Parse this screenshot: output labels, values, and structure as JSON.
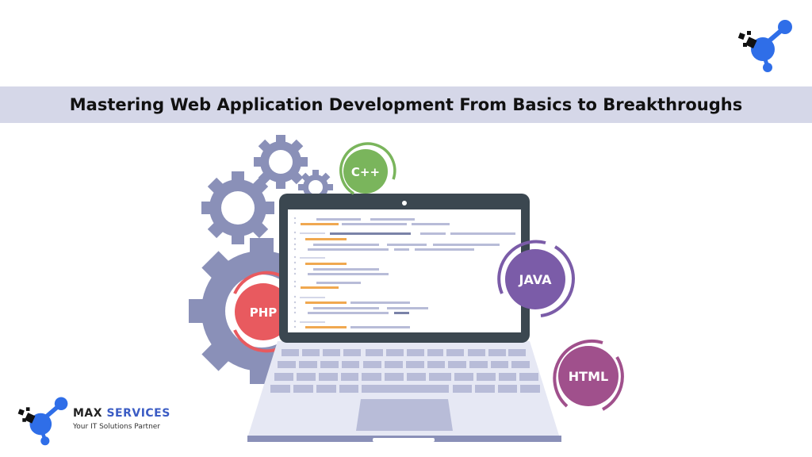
{
  "header": {
    "title": "Mastering Web Application Development From Basics to Breakthroughs"
  },
  "brand": {
    "name_part1": "MAX",
    "name_part2": "SERVICES",
    "tagline": "Your IT Solutions Partner"
  },
  "badges": {
    "cpp": "C++",
    "java": "JAVA",
    "php": "PHP",
    "html": "HTML"
  },
  "colors": {
    "banner_bg": "#d5d7e8",
    "logo_blue": "#2f6ee8",
    "gear": "#8a90b8",
    "laptop_frame": "#3b4750",
    "cpp_green": "#7ab55c",
    "java_purple": "#7b5ca8",
    "php_red": "#e85a5f",
    "html_magenta": "#a0508c",
    "code_orange": "#f0a850",
    "code_gray": "#b8bcd8"
  },
  "icons": {
    "logo": "molecule-logo-icon"
  }
}
